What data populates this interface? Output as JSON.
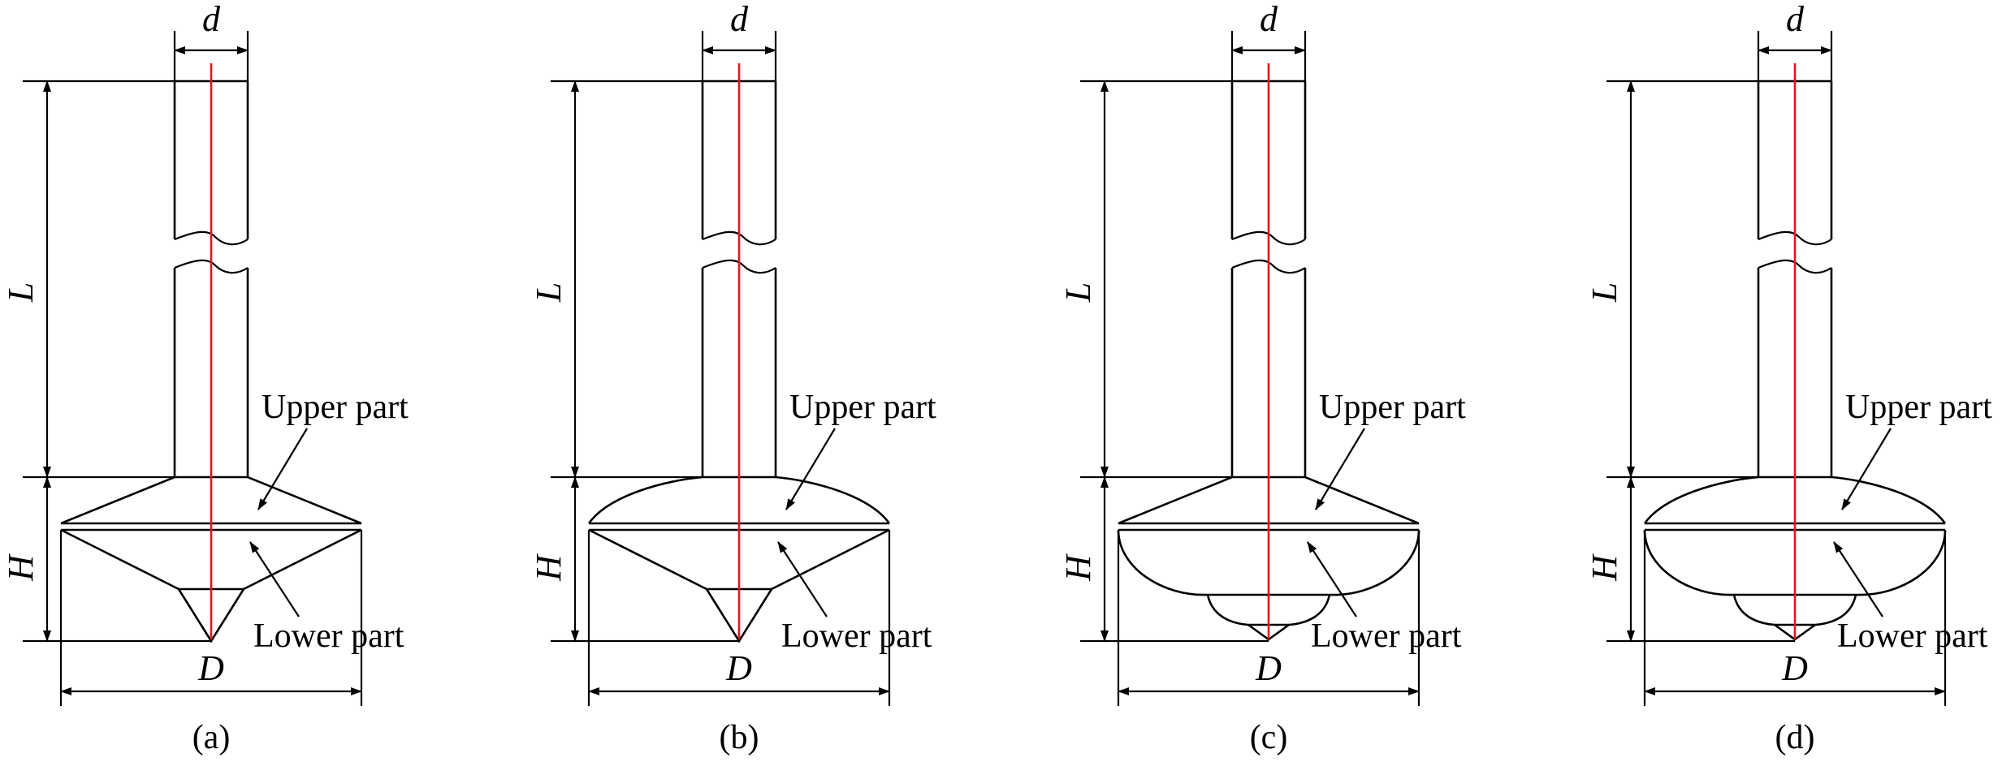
{
  "labels": {
    "upper_part": "Upper part",
    "lower_part": "Lower part",
    "dim_d": "d",
    "dim_L": "L",
    "dim_H": "H",
    "dim_D": "D"
  },
  "panels": [
    {
      "id": "a",
      "caption": "(a)",
      "upper": "cone",
      "lower": "cone"
    },
    {
      "id": "b",
      "caption": "(b)",
      "upper": "dome",
      "lower": "cone"
    },
    {
      "id": "c",
      "caption": "(c)",
      "upper": "cone",
      "lower": "bowl"
    },
    {
      "id": "d",
      "caption": "(d)",
      "upper": "dome",
      "lower": "bowl"
    }
  ],
  "colors": {
    "line": "#000000",
    "axis": "#e8141c",
    "background": "#ffffff"
  }
}
